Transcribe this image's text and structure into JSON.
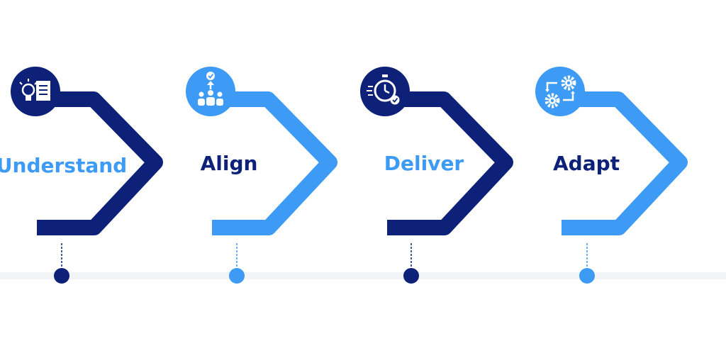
{
  "colors": {
    "navy": "#0d2178",
    "blue": "#3d9bf5",
    "timeline": "#f1f3f7",
    "icon_glyph": "#ffffff"
  },
  "steps": [
    {
      "label": "Understand",
      "color": "blue",
      "arrow_color": "navy",
      "icon": "idea-document-icon"
    },
    {
      "label": "Align",
      "color": "navy",
      "arrow_color": "blue",
      "icon": "team-goal-icon"
    },
    {
      "label": "Deliver",
      "color": "blue",
      "arrow_color": "navy",
      "icon": "stopwatch-check-icon"
    },
    {
      "label": "Adapt",
      "color": "navy",
      "arrow_color": "blue",
      "icon": "gears-cycle-icon"
    }
  ]
}
